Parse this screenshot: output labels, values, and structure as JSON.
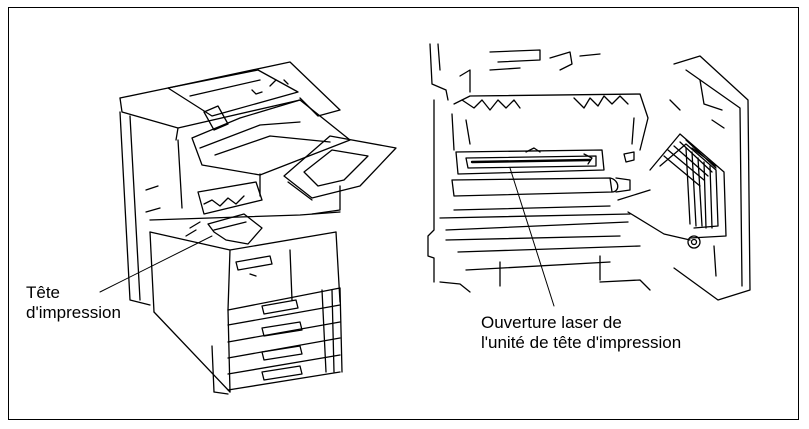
{
  "labels": {
    "print_head": {
      "line1": "Tête",
      "line2": "d'impression"
    },
    "laser_opening": {
      "line1": "Ouverture laser de",
      "line2": "l'unité de tête d'impression"
    }
  },
  "colors": {
    "ink": "#000000",
    "background": "#ffffff"
  }
}
